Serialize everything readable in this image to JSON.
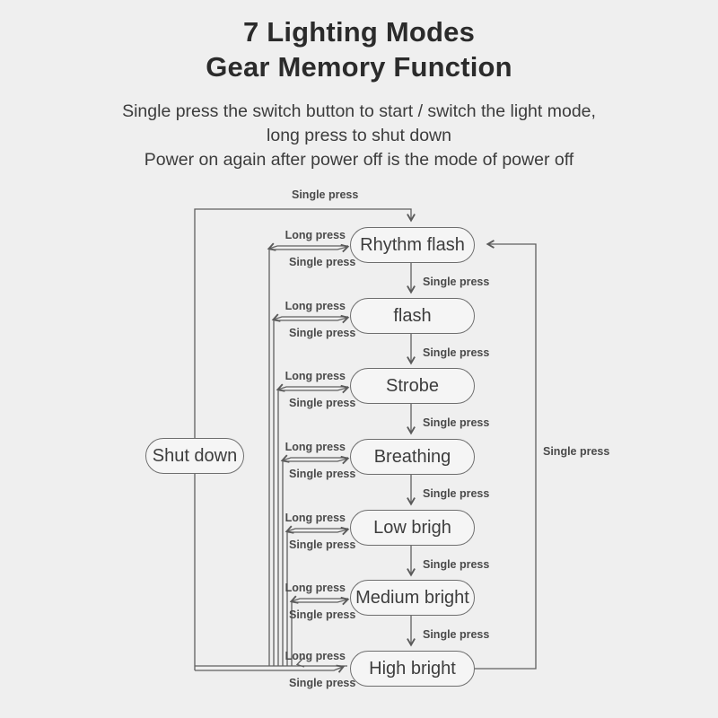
{
  "title": {
    "line1": "7 Lighting Modes",
    "line2": "Gear Memory Function"
  },
  "subtitle": {
    "line1": "Single press the switch button to start / switch the light mode,",
    "line2": "long press to shut down",
    "line3": "Power on again after power off is the mode of power off"
  },
  "labels": {
    "single_press": "Single press",
    "long_press": "Long press"
  },
  "modes": [
    {
      "label": "Rhythm flash"
    },
    {
      "label": "flash"
    },
    {
      "label": "Strobe"
    },
    {
      "label": "Breathing"
    },
    {
      "label": "Low brigh"
    },
    {
      "label": "Medium bright"
    },
    {
      "label": "High bright"
    }
  ],
  "shutdown": {
    "label": "Shut down"
  },
  "colors": {
    "background": "#efefef",
    "line": "#5f5f5f",
    "box_border": "#6e6e6e",
    "box_fill": "#f5f5f5",
    "title_text": "#2b2b2b",
    "label_text": "#4a4a4a"
  }
}
